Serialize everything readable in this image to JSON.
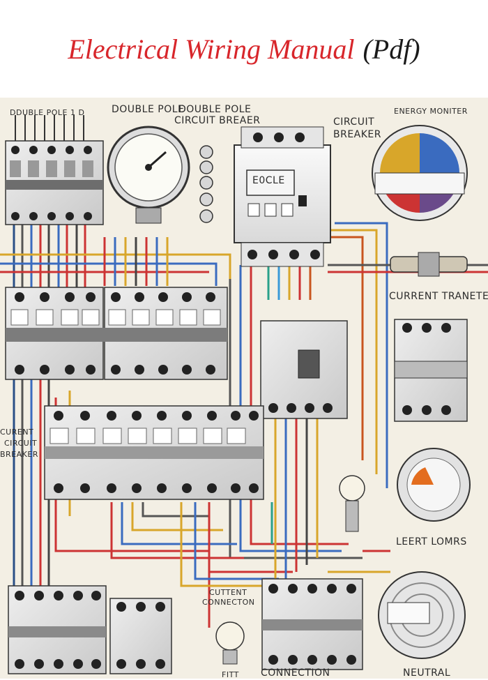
{
  "title": {
    "main": "Electrical Wiring Manual",
    "suffix": "(Pdf)"
  },
  "diagram": {
    "labels": {
      "top_left_strip": "DDUBLE POLE 1 D",
      "double_pole_1": "DOUBLE POLE",
      "double_pole_2": "DOUBLE POLE",
      "circuit_breaker_top": "CIRCUIT BREAER",
      "circuit": "CIRCUIT",
      "breaker": "BREAKER",
      "energy_monitor": "ENERGY MONITER",
      "meter_display": "E0CLE",
      "current_transfer": "CURRENT TRANETER",
      "left_current": "CURENT",
      "left_circuit": "CIRCUIT",
      "left_breaker": "BREAKER",
      "leert_lomrs": "LEERT LOMRS",
      "current_connection_1": "CUTTENT",
      "current_connection_2": "CONNECTON",
      "connection_bottom": "CONNECTION",
      "neutral": "NEUTRAL",
      "fitt": "FITT"
    }
  }
}
